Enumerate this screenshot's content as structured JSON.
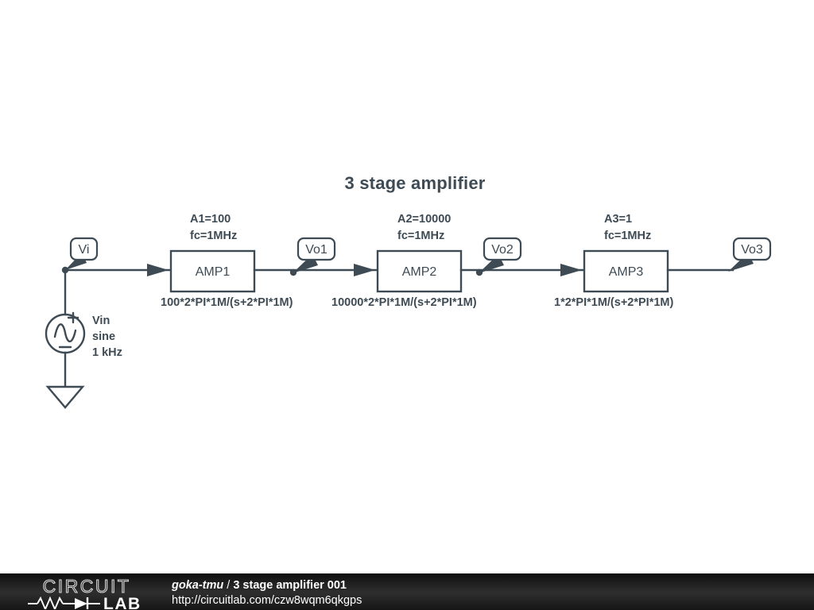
{
  "schematic": {
    "title": "3 stage amplifier",
    "colors": {
      "ink": "#3e4b54",
      "canvas": "#ffffff",
      "footer_bg": "#1d1d1d",
      "footer_text": "#ffffff"
    },
    "source": {
      "node_label": "Vi",
      "name": "Vin",
      "waveform": "sine",
      "frequency": "1 kHz",
      "plus_sign": "+",
      "minus_sign": "−"
    },
    "stages": [
      {
        "block_label": "AMP1",
        "gain_label": "A1=100",
        "fc_label": "fc=1MHz",
        "transfer_function": "100*2*PI*1M/(s+2*PI*1M)",
        "output_node": "Vo1"
      },
      {
        "block_label": "AMP2",
        "gain_label": "A2=10000",
        "fc_label": "fc=1MHz",
        "transfer_function": "10000*2*PI*1M/(s+2*PI*1M)",
        "output_node": "Vo2"
      },
      {
        "block_label": "AMP3",
        "gain_label": "A3=1",
        "fc_label": "fc=1MHz",
        "transfer_function": "1*2*PI*1M/(s+2*PI*1M)",
        "output_node": "Vo3"
      }
    ]
  },
  "footer": {
    "logo_word_top": "CIRCUIT",
    "logo_word_bottom": "LAB",
    "author": "goka-tmu",
    "separator": " / ",
    "title": "3 stage amplifier 001",
    "url": "http://circuitlab.com/czw8wqm6qkgps"
  }
}
